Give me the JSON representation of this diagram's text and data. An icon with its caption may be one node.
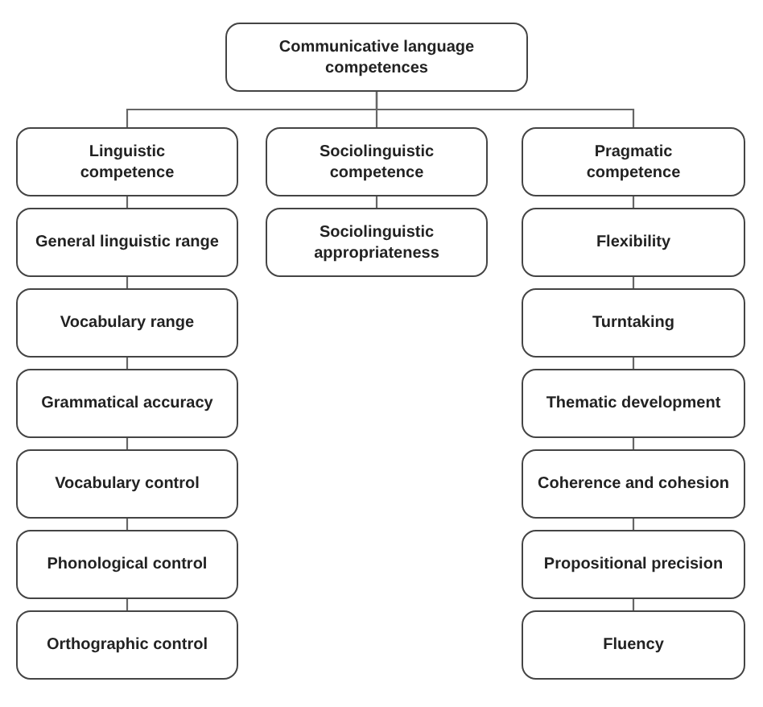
{
  "diagram": {
    "nodes": [
      {
        "text": [
          "Communicative language competences"
        ]
      },
      {
        "text": [
          "Linguistic competence"
        ]
      },
      {
        "text": [
          "Sociolinguistic competence"
        ]
      },
      {
        "text": [
          "Pragmatic competence"
        ]
      },
      {
        "text": [
          "General linguistic range"
        ]
      },
      {
        "text": [
          "Vocabulary range"
        ]
      },
      {
        "text": [
          "Grammatical accuracy"
        ]
      },
      {
        "text": [
          "Vocabulary control"
        ]
      },
      {
        "text": [
          "Phonological control"
        ]
      },
      {
        "text": [
          "Orthographic control"
        ]
      },
      {
        "text": [
          "Sociolinguistic appropriateness"
        ]
      },
      {
        "text": [
          "Flexibility"
        ]
      },
      {
        "text": [
          "Turntaking"
        ]
      },
      {
        "text": [
          "Thematic development"
        ]
      },
      {
        "text": [
          "Coherence and cohesion"
        ]
      },
      {
        "text": [
          "Propositional precision"
        ]
      },
      {
        "text": [
          "Fluency"
        ]
      }
    ],
    "edges": [
      {
        "from": 0,
        "to": 1,
        "arrow": "none"
      },
      {
        "from": 0,
        "to": 2,
        "arrow": "none"
      },
      {
        "from": 0,
        "to": 3,
        "arrow": "none"
      },
      {
        "from": 1,
        "to": 4,
        "arrow": "none"
      },
      {
        "from": 4,
        "to": 5,
        "arrow": "none"
      },
      {
        "from": 5,
        "to": 6,
        "arrow": "none"
      },
      {
        "from": 6,
        "to": 7,
        "arrow": "none"
      },
      {
        "from": 7,
        "to": 8,
        "arrow": "none"
      },
      {
        "from": 8,
        "to": 9,
        "arrow": "none"
      },
      {
        "from": 2,
        "to": 10,
        "arrow": "none"
      },
      {
        "from": 3,
        "to": 11,
        "arrow": "none"
      },
      {
        "from": 11,
        "to": 12,
        "arrow": "none"
      },
      {
        "from": 12,
        "to": 13,
        "arrow": "none"
      },
      {
        "from": 13,
        "to": 14,
        "arrow": "none"
      },
      {
        "from": 14,
        "to": 15,
        "arrow": "none"
      },
      {
        "from": 15,
        "to": 16,
        "arrow": "none"
      }
    ]
  }
}
